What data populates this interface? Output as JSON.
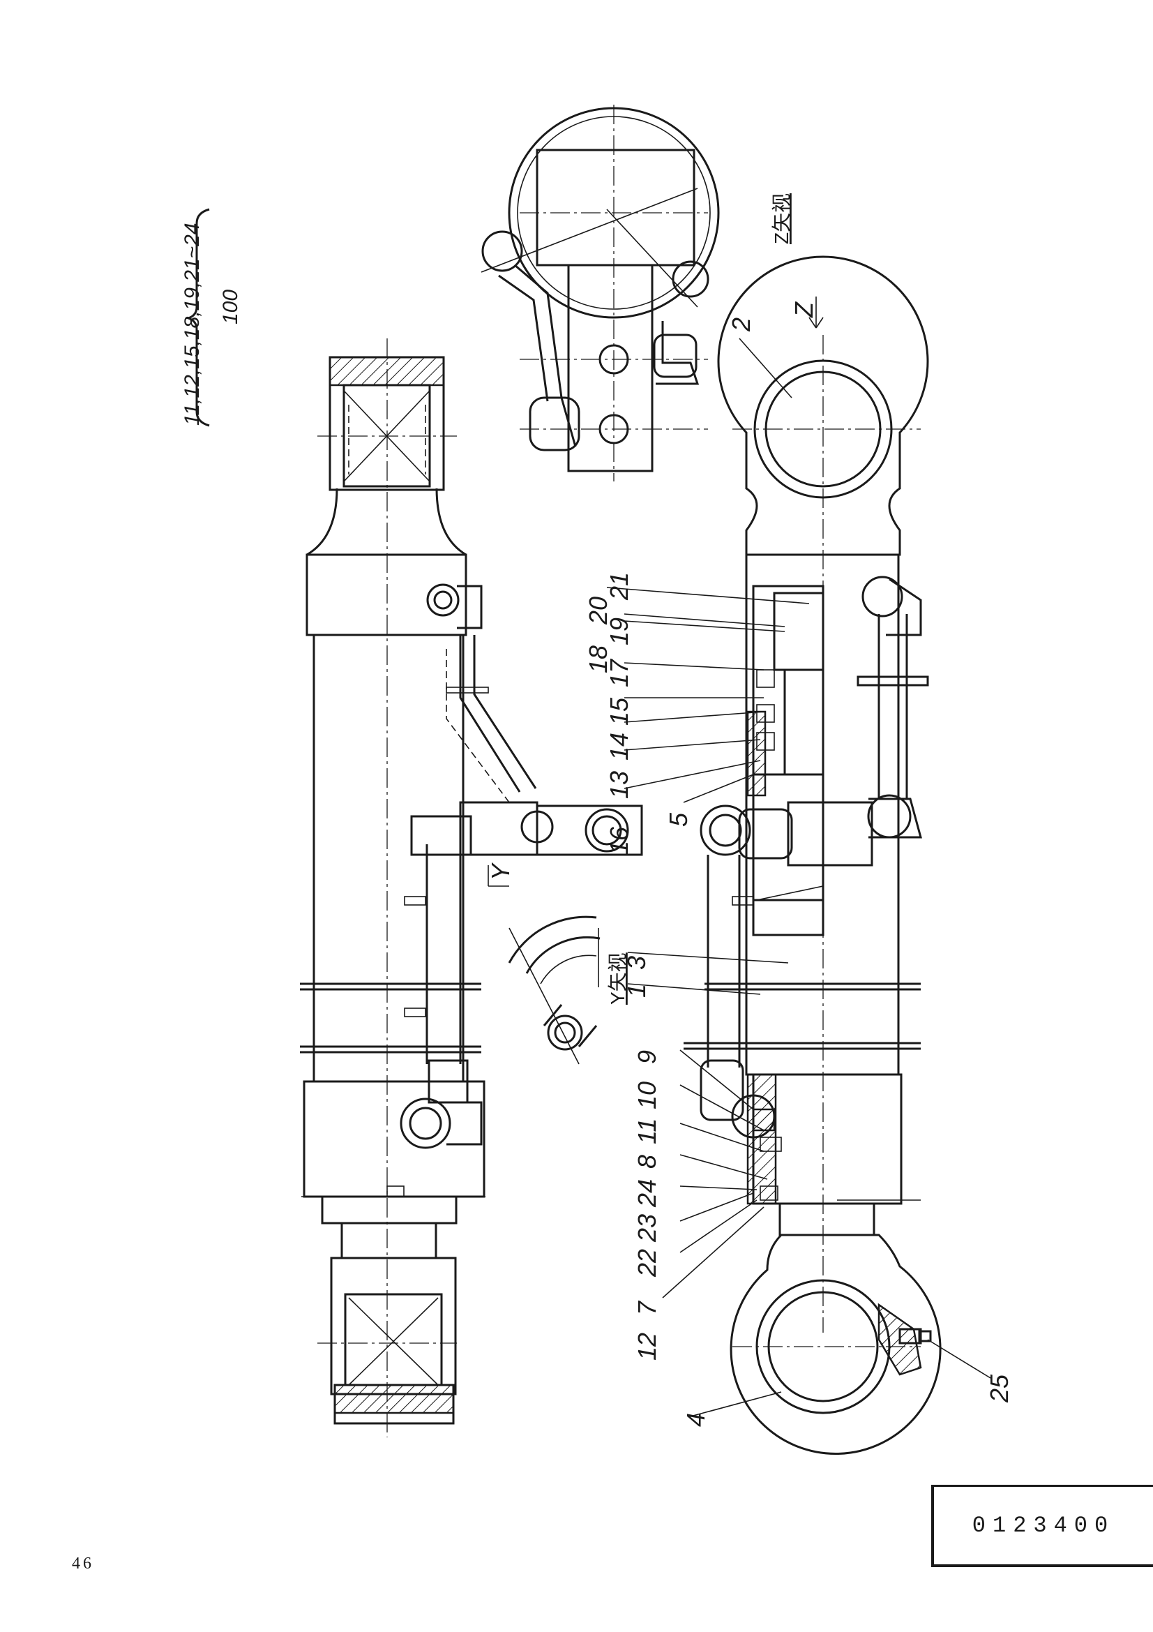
{
  "page": {
    "number": "46",
    "drawing_number": "0123400"
  },
  "note": {
    "items": "11,12,15,18,19,21~24",
    "quantity": "100"
  },
  "views": {
    "z_view": "Z矢视",
    "y_view": "Y矢视",
    "z_arrow": "Z",
    "y_arrow": "Y"
  },
  "part_labels": [
    "1",
    "2",
    "3",
    "4",
    "5",
    "7",
    "8",
    "9",
    "10",
    "11",
    "12",
    "13",
    "14",
    "15",
    "16",
    "17",
    "18",
    "19",
    "20",
    "21",
    "22",
    "23",
    "24",
    "25"
  ]
}
